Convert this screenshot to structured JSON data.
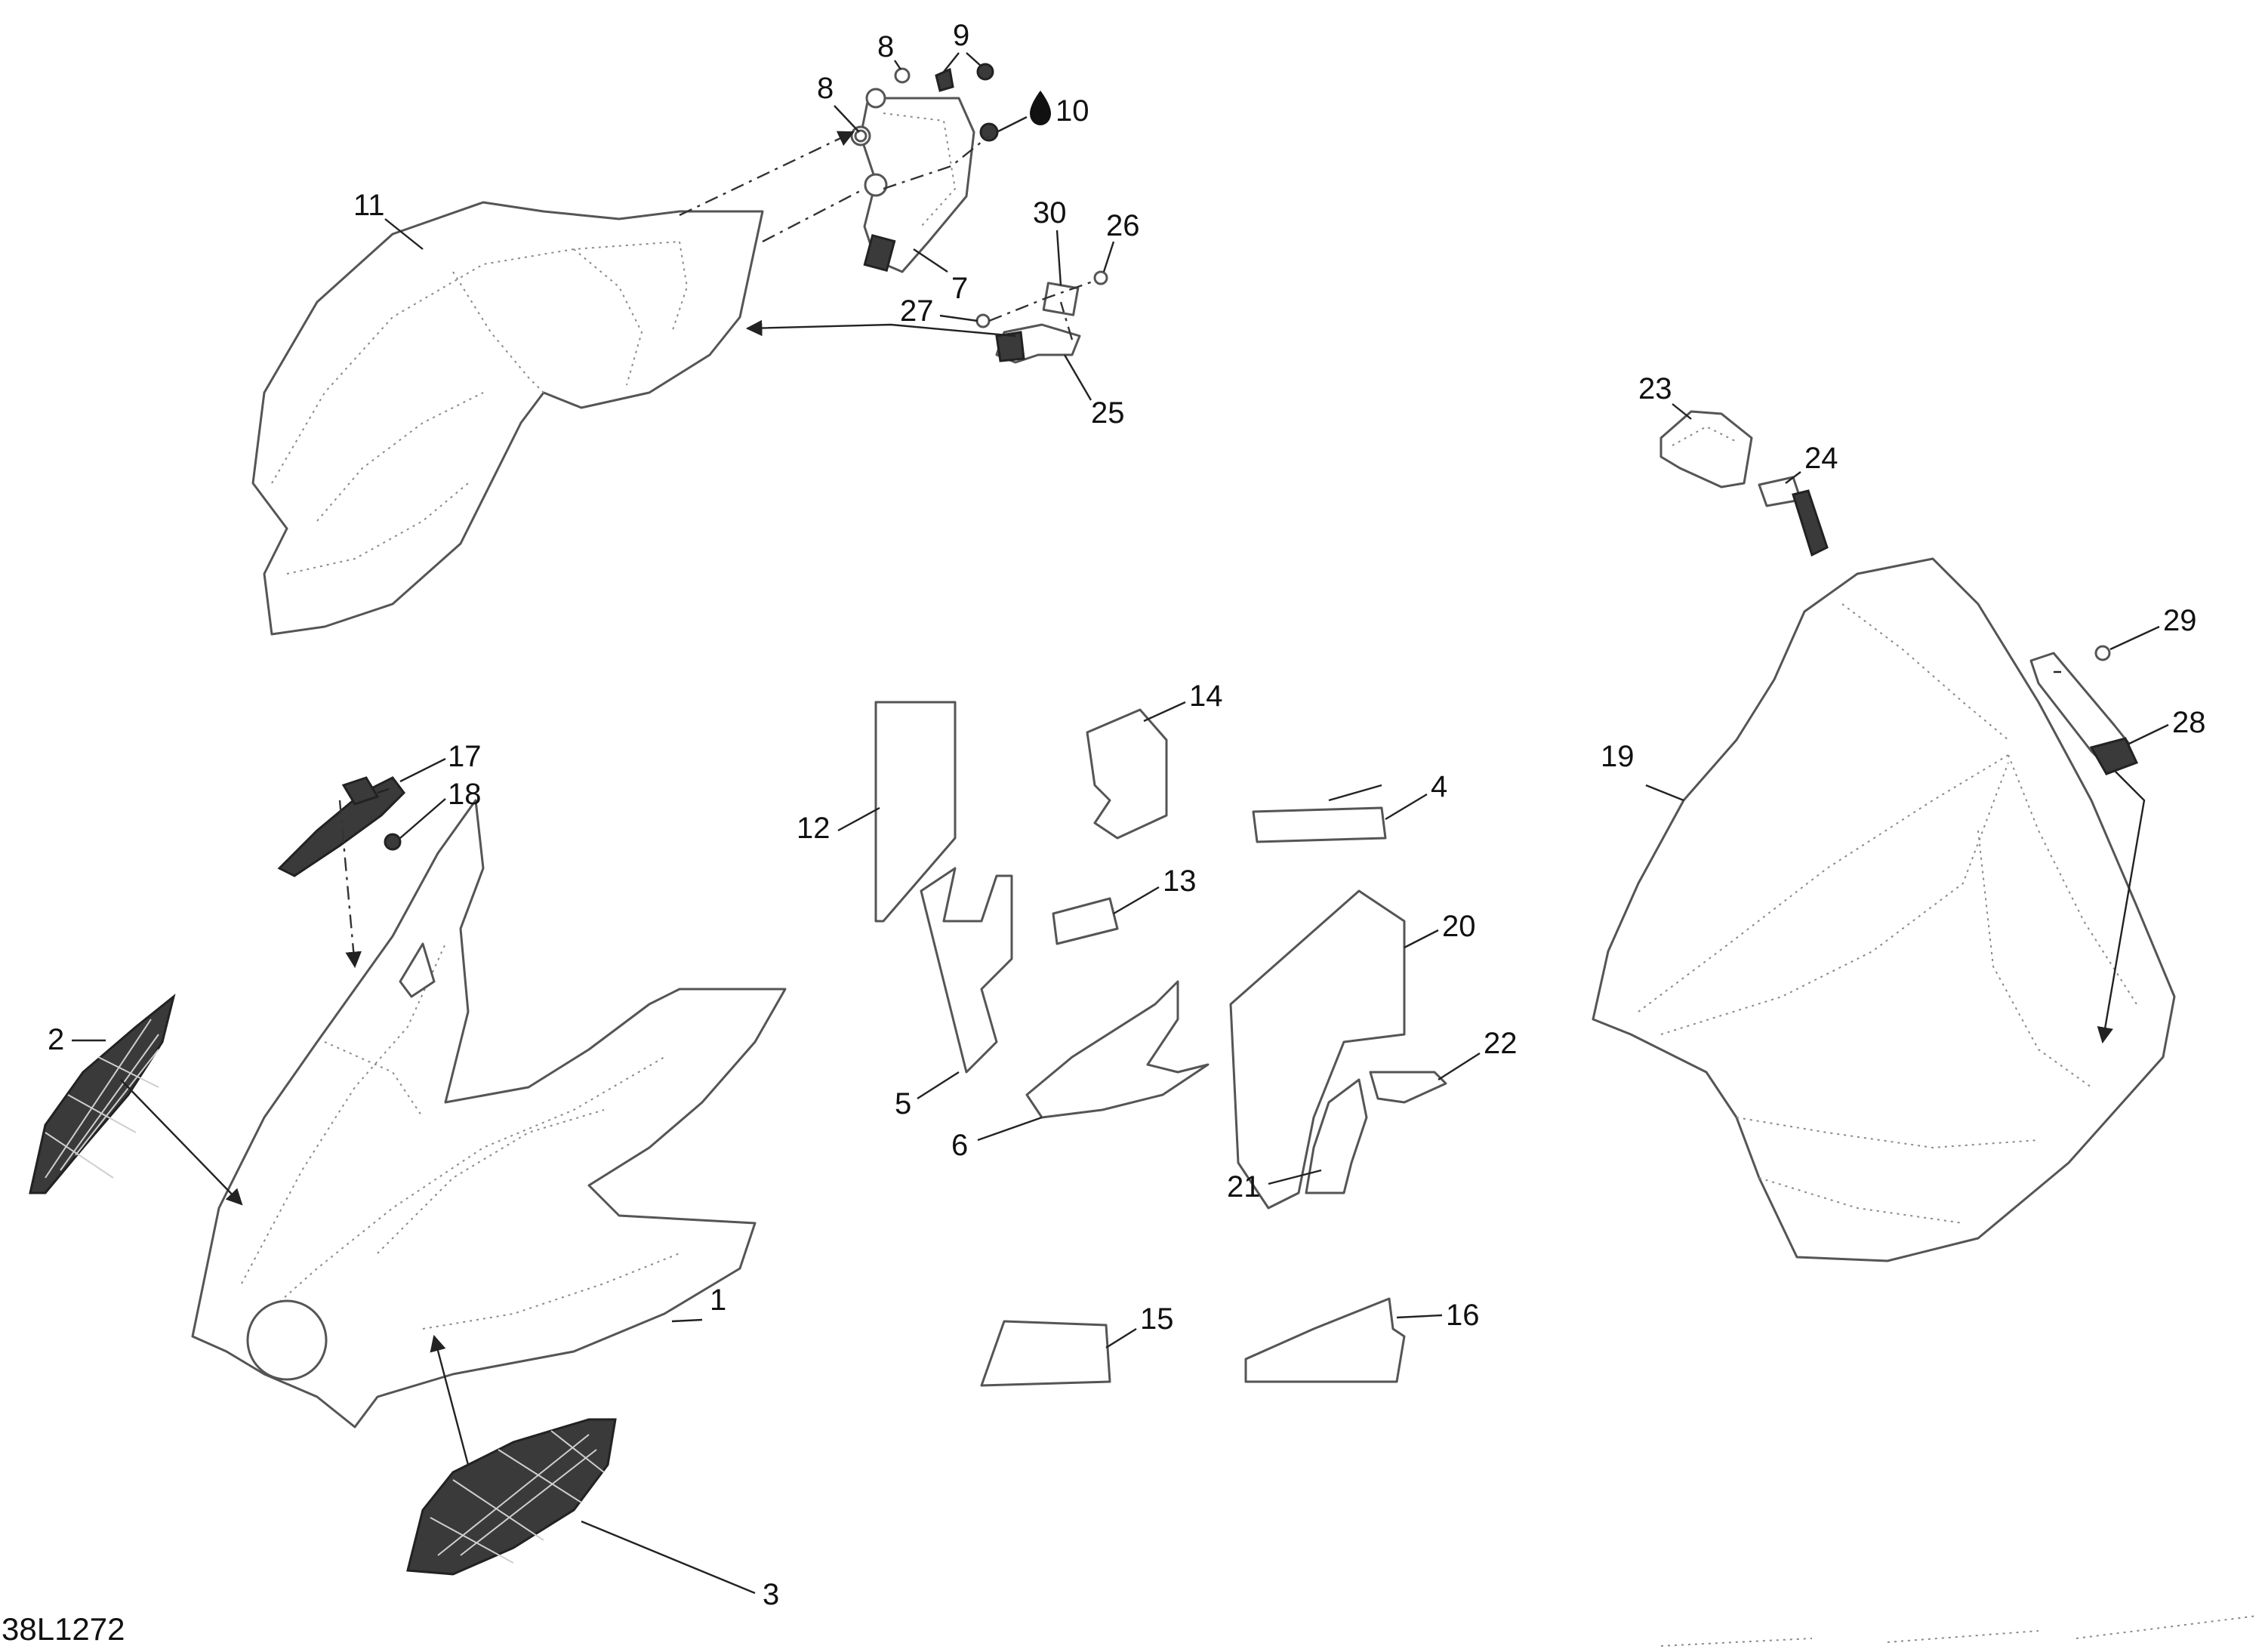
{
  "diagram": {
    "reference_code": "38L1272",
    "callouts": [
      "1",
      "2",
      "3",
      "4",
      "5",
      "6",
      "7",
      "8",
      "8",
      "9",
      "10",
      "11",
      "12",
      "13",
      "14",
      "15",
      "16",
      "17",
      "18",
      "19",
      "20",
      "21",
      "22",
      "23",
      "24",
      "25",
      "26",
      "27",
      "28",
      "29",
      "30"
    ],
    "colors": {
      "line": "#555555",
      "text": "#111111",
      "grille": "#3a3a3a",
      "background": "#ffffff"
    },
    "icons": [
      "drop-icon"
    ]
  }
}
